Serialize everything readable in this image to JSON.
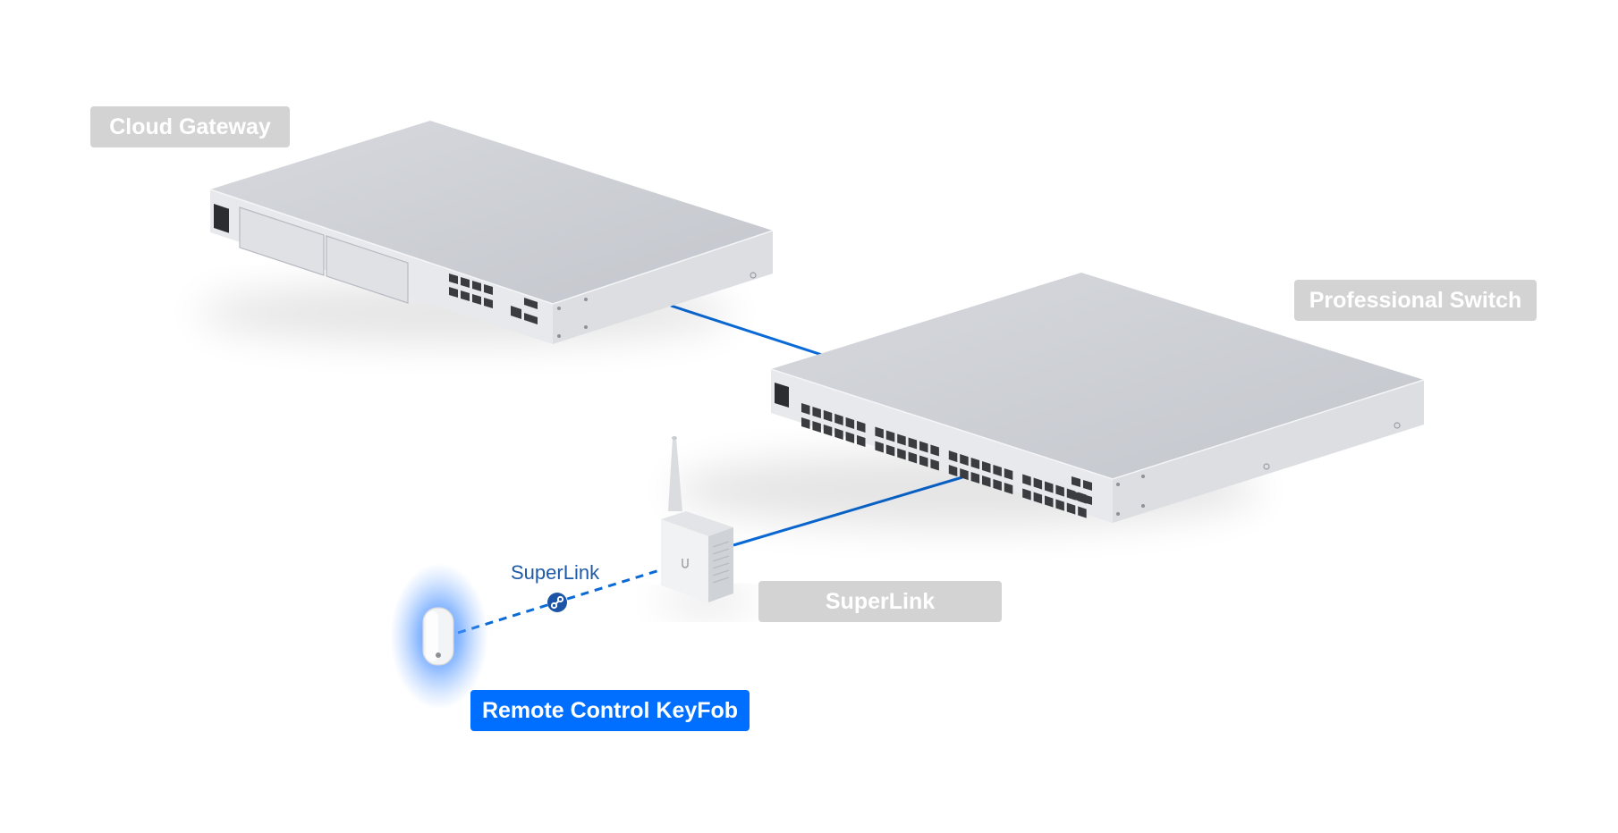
{
  "colors": {
    "accent_blue": "#006fff",
    "link_blue": "#0a6ad6",
    "label_gray": "#d3d3d3",
    "label_text": "#ffffff",
    "superlink_text": "#1f5aa8",
    "device_top": "#cdd0d6",
    "device_front": "#e7e8eb",
    "device_side": "#dfe1e5"
  },
  "devices": {
    "cloud_gateway": {
      "label": "Cloud Gateway"
    },
    "professional_switch": {
      "label": "Professional Switch"
    },
    "superlink": {
      "label": "SuperLink"
    },
    "keyfob": {
      "label": "Remote Control KeyFob"
    }
  },
  "links": [
    {
      "from": "Cloud Gateway",
      "to": "Professional Switch",
      "style": "solid"
    },
    {
      "from": "Professional Switch",
      "to": "SuperLink",
      "style": "solid"
    },
    {
      "from": "SuperLink",
      "to": "Remote Control KeyFob",
      "style": "dashed",
      "label": "SuperLink",
      "icon": "link-icon"
    }
  ]
}
